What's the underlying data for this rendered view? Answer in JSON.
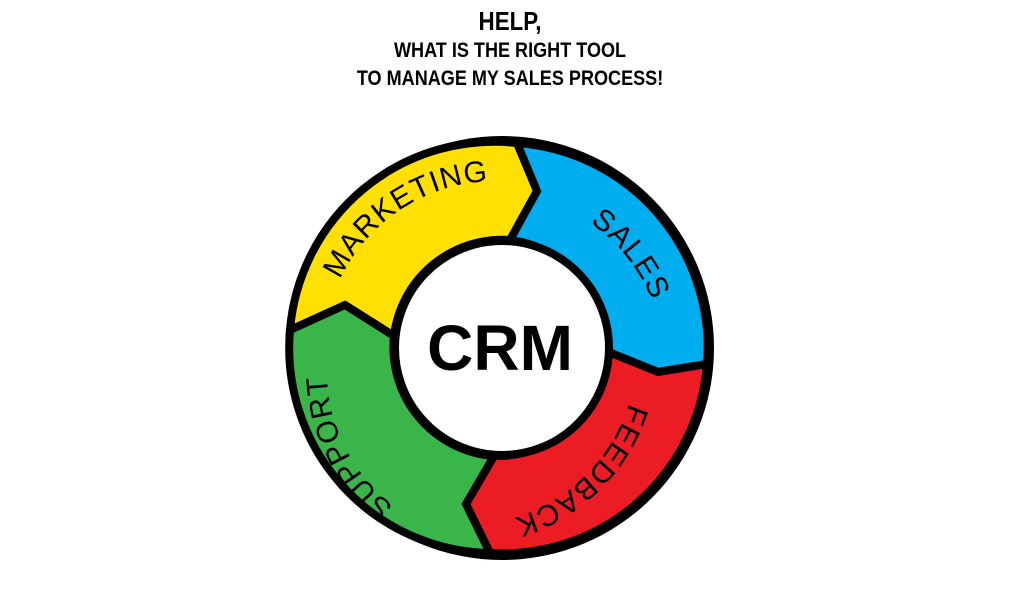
{
  "headline": {
    "line1": "HELP,",
    "line2": "WHAT IS THE RIGHT TOOL",
    "line3": "TO MANAGE MY SALES PROCESS!"
  },
  "center": {
    "label": "CRM"
  },
  "segments": [
    {
      "id": "marketing",
      "label": "MARKETING",
      "color": "#ffe000"
    },
    {
      "id": "sales",
      "label": "SALES",
      "color": "#00aeef"
    },
    {
      "id": "feedback",
      "label": "FEEDBACK",
      "color": "#ec1c24"
    },
    {
      "id": "support",
      "label": "SUPPORT",
      "color": "#39b54a"
    }
  ]
}
